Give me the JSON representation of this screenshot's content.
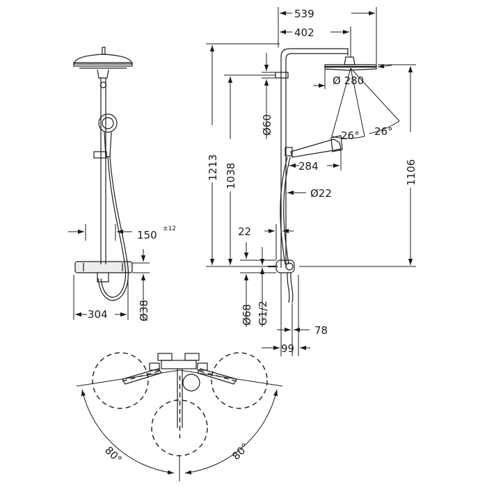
{
  "dimensions": {
    "overall_width": "539",
    "head_offset": "402",
    "head_diameter": "Ø 280",
    "angle_left": "26°",
    "angle_right": "26°",
    "rail_diameter": "Ø60",
    "overall_height": "1213",
    "head_height": "1106",
    "rail_height": "1038",
    "hand_shower_length": "284",
    "pipe_diameter": "Ø22",
    "wall_distance": "22",
    "mount_diameter": "Ø68",
    "thread": "G1/2",
    "mixer_depth": "78",
    "mixer_projection": "99",
    "front_tolerance": "150",
    "front_tolerance_sup": "±12",
    "front_width": "304",
    "front_outlet": "Ø38",
    "swivel_left": "80°",
    "swivel_right": "80°"
  },
  "colors": {
    "line": "#1a1a1a",
    "background": "#ffffff"
  }
}
